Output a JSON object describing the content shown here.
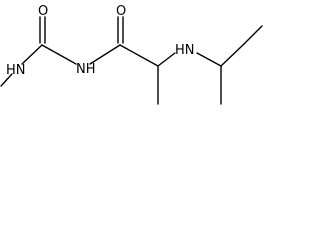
{
  "colors": {
    "background": "#ffffff",
    "bond": "#000000",
    "label": "#000000"
  },
  "molecule": {
    "atom_labels": {
      "nh_left": "HN",
      "nh_middle": "NH",
      "nh_right": "HN",
      "o_left": "O",
      "o_right": "O"
    }
  }
}
